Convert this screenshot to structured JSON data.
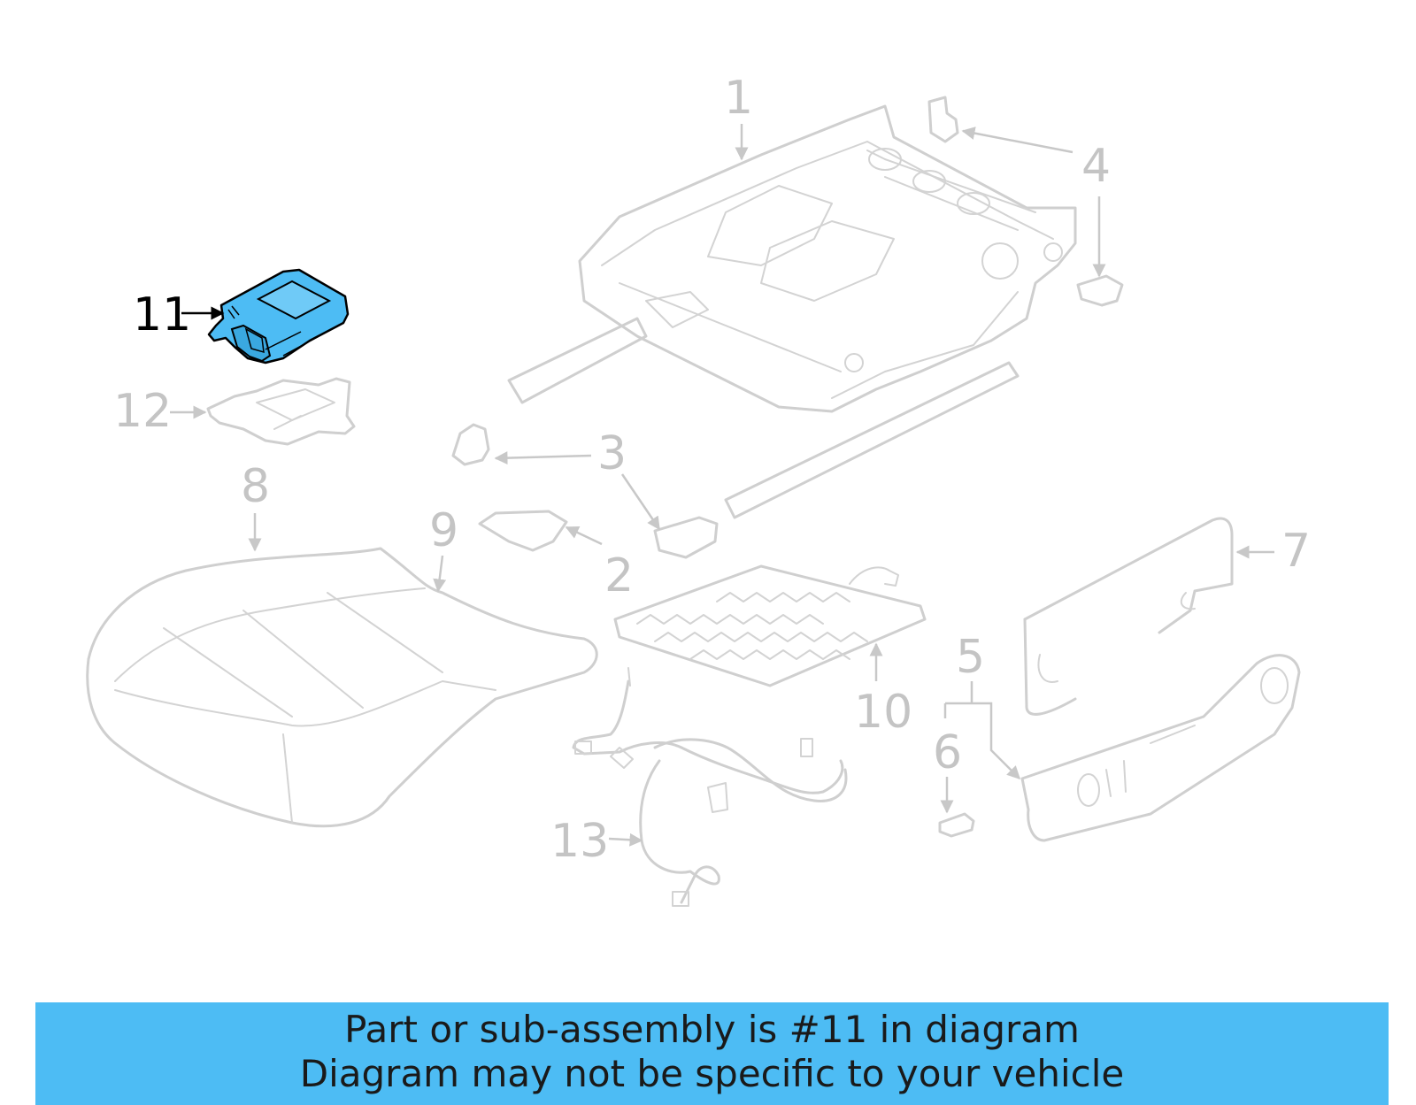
{
  "diagram": {
    "labels": {
      "p1": "1",
      "p2": "2",
      "p3": "3",
      "p4": "4",
      "p5": "5",
      "p6": "6",
      "p7": "7",
      "p8": "8",
      "p9": "9",
      "p10": "10",
      "p11": "11",
      "p12": "12",
      "p13": "13"
    },
    "highlighted_part": "11",
    "colors": {
      "highlight_fill": "#4dbcf4",
      "banner": "#4dbcf4",
      "part_outline": "#cfcfcf",
      "label_muted": "#c4c4c4"
    }
  },
  "caption": {
    "line1": "Part or sub-assembly is #11 in diagram",
    "line2": "Diagram may not be specific to your vehicle"
  }
}
